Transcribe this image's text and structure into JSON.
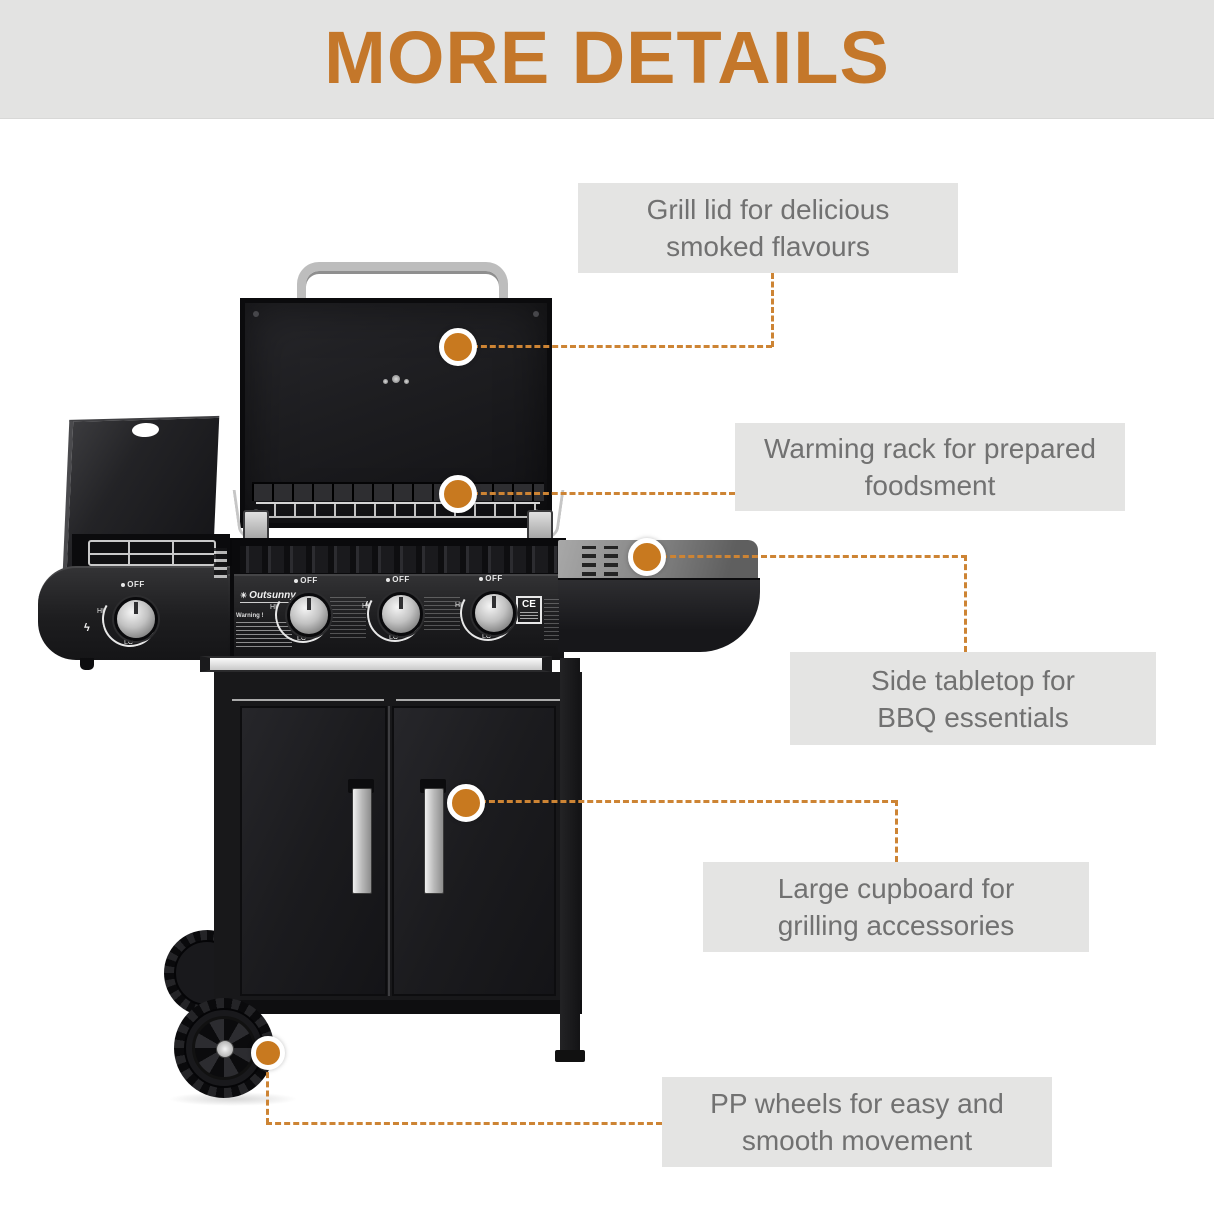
{
  "header": {
    "title": "MORE DETAILS"
  },
  "callouts": [
    {
      "id": "grill-lid",
      "line1": "Grill lid for delicious",
      "line2": "smoked flavours"
    },
    {
      "id": "warming-rack",
      "line1": "Warming rack for prepared",
      "line2": "foodsment"
    },
    {
      "id": "side-table",
      "line1": "Side tabletop for",
      "line2": "BBQ essentials"
    },
    {
      "id": "cupboard",
      "line1": "Large cupboard for",
      "line2": "grilling accessories"
    },
    {
      "id": "pp-wheels",
      "line1": "PP wheels for easy and",
      "line2": "smooth movement"
    }
  ],
  "grill": {
    "brand": "Outsunny",
    "warning": "Warning !",
    "knob_off": "OFF",
    "knob_hi": "HI",
    "knob_lo": "LO",
    "ce": "CE"
  },
  "icons": {
    "sun": "☀",
    "bolt": "ϟ"
  },
  "colors": {
    "title_orange": "#c4772a",
    "accent_orange": "#c8791f",
    "dash_orange": "#cd8434",
    "callout_bg": "#e4e4e3",
    "callout_text": "#717171",
    "banner_bg": "#e3e3e2"
  }
}
